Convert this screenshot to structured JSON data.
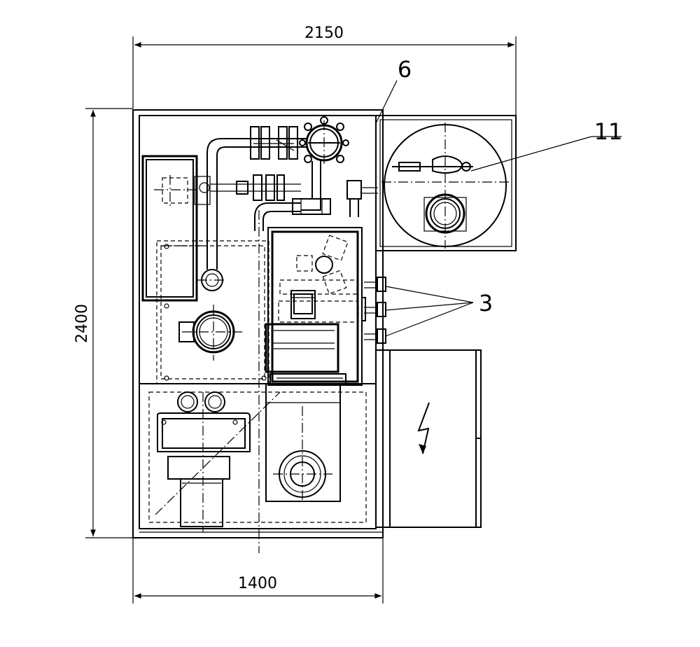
{
  "dimensions": {
    "top_width": "2150",
    "left_height": "2400",
    "bottom_width": "1400"
  },
  "callouts": {
    "item_6": "6",
    "item_11": "11",
    "item_3": "3"
  }
}
